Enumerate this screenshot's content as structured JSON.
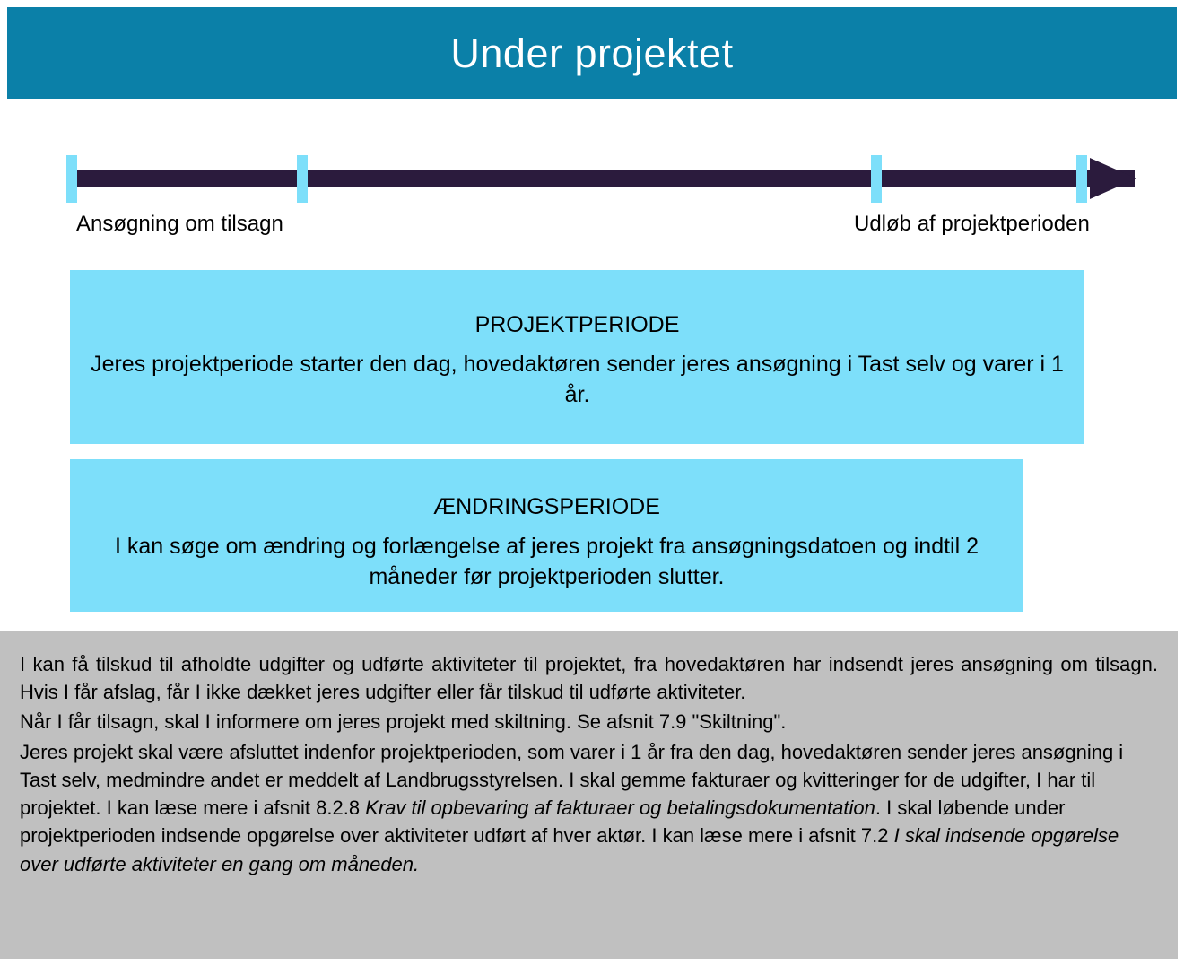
{
  "header": {
    "title": "Under projektet",
    "background_color": "#0b80a8",
    "text_color": "#ffffff"
  },
  "timeline": {
    "line_color": "#2b1b3d",
    "tick_color": "#7ddffa",
    "ticks": [
      {
        "name": "application-tick",
        "x_pct": 5.6
      },
      {
        "name": "second-tick",
        "x_pct": 25.2
      },
      {
        "name": "project-end-tick",
        "x_pct": 73.6
      },
      {
        "name": "final-tick",
        "x_pct": 91.0
      }
    ],
    "labels": {
      "start": "Ansøgning om tilsagn",
      "end": "Udløb af projektperioden"
    }
  },
  "boxes": {
    "background_color": "#7ddffa",
    "projektperiode": {
      "heading": "PROJEKTPERIODE",
      "body": "Jeres projektperiode starter den dag, hovedaktøren sender jeres ansøgning i Tast selv og varer i 1 år."
    },
    "aendringsperiode": {
      "heading": "ÆNDRINGSPERIODE",
      "body": "I kan søge om ændring og forlængelse af jeres projekt fra ansøgningsdatoen og indtil 2 måneder før projektperioden slutter."
    }
  },
  "note_block": {
    "background_color": "#c0c0c0",
    "paragraphs": [
      {
        "id": "p1",
        "text": "I kan få tilskud til afholdte udgifter og udførte aktiviteter til projektet, fra hovedaktøren har indsendt jeres ansøgning om tilsagn. Hvis I får afslag, får I ikke dækket jeres udgifter eller får tilskud til udførte aktiviteter."
      },
      {
        "id": "p2",
        "text": "Når I får tilsagn, skal I informere om jeres projekt med skiltning. Se afsnit 7.9 \"Skiltning\"."
      },
      {
        "id": "p3a",
        "text": "Jeres projekt skal være afsluttet indenfor projektperioden, som varer i 1 år fra den dag, hovedaktøren sender jeres ansøgning i Tast selv, medmindre andet er meddelt af Landbrugsstyrelsen. I skal gemme fakturaer og kvitteringer for de udgifter, I har til projektet. I kan læse mere i afsnit 8.2.8 "
      },
      {
        "id": "p3b_italic",
        "text": "Krav til opbevaring af fakturaer og betalingsdokumentation"
      },
      {
        "id": "p3c",
        "text": ". I skal løbende under projektperioden indsende opgørelse over aktiviteter udført af hver aktør. I kan læse mere i afsnit 7.2 "
      },
      {
        "id": "p3d_italic",
        "text": "I skal indsende opgørelse over udførte aktiviteter en gang om måneden."
      }
    ]
  }
}
